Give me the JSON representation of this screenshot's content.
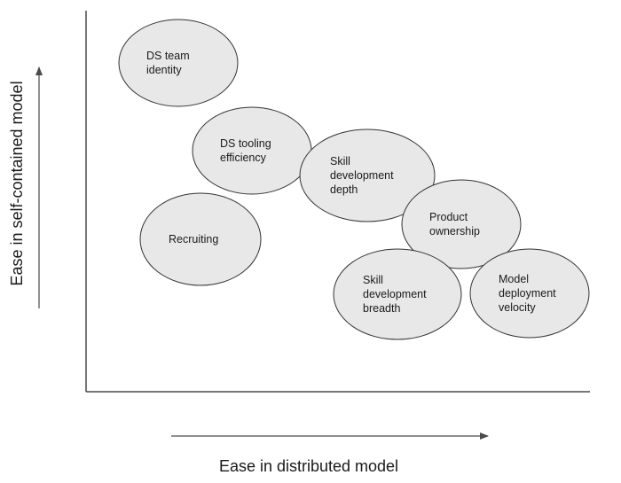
{
  "diagram": {
    "x_axis_label": "Ease in distributed model",
    "y_axis_label": "Ease in self-contained model",
    "colors": {
      "bubble_fill": "#e8e8e8",
      "bubble_stroke": "#333333",
      "axis": "#4a4a4a",
      "text": "#1a1a1a"
    },
    "bubbles": [
      {
        "id": "ds-team-identity",
        "lines": [
          "DS team",
          "identity"
        ]
      },
      {
        "id": "ds-tooling-efficiency",
        "lines": [
          "DS tooling",
          "efficiency"
        ]
      },
      {
        "id": "skill-development-depth",
        "lines": [
          "Skill",
          "development",
          "depth"
        ]
      },
      {
        "id": "product-ownership",
        "lines": [
          "Product",
          "ownership"
        ]
      },
      {
        "id": "recruiting",
        "lines": [
          "Recruiting"
        ]
      },
      {
        "id": "skill-development-breadth",
        "lines": [
          "Skill",
          "development",
          "breadth"
        ]
      },
      {
        "id": "model-deployment-velocity",
        "lines": [
          "Model",
          "deployment",
          "velocity"
        ]
      }
    ]
  }
}
